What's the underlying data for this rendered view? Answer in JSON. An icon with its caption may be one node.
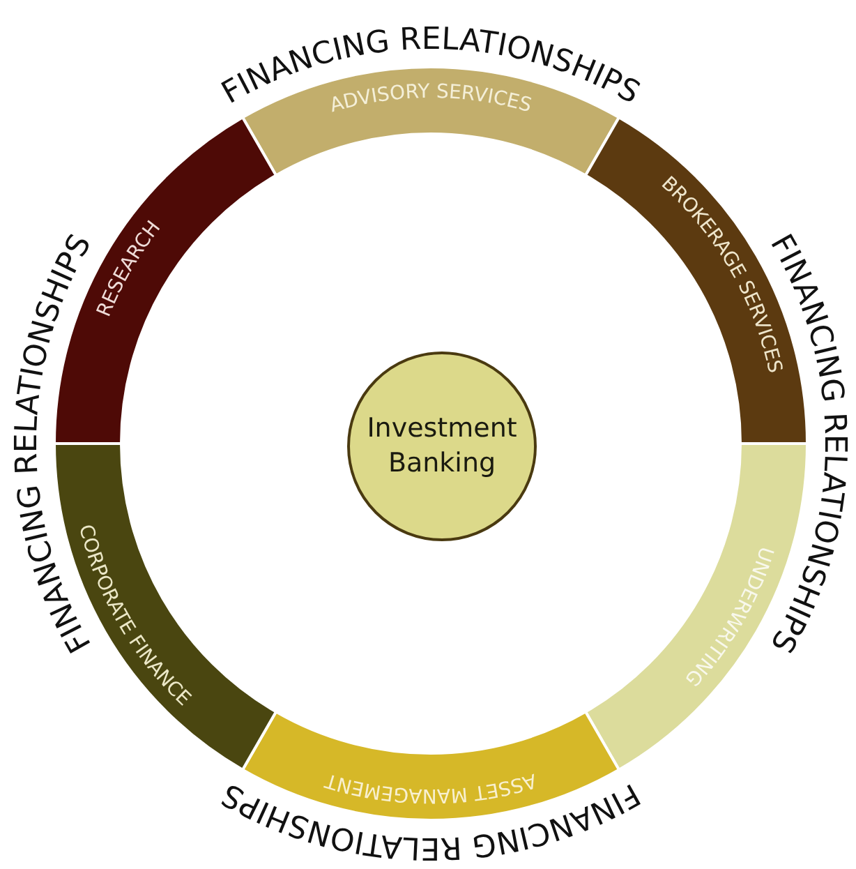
{
  "diagram": {
    "nodes": [
      {
        "text": [
          "Investment Banking"
        ]
      },
      {
        "text": [
          "ADVISORY SERVICES"
        ]
      },
      {
        "text": [
          "BROKERAGE SERVICES"
        ]
      },
      {
        "text": [
          "UNDERWRITING"
        ]
      },
      {
        "text": [
          "ASSET MANAGEMENT"
        ]
      },
      {
        "text": [
          "CORPORATE FINANCE"
        ]
      },
      {
        "text": [
          "RESEARCH"
        ]
      }
    ],
    "labels": [
      "FINANCING RELATIONSHIPS",
      "FINANCING RELATIONSHIPS",
      "FINANCING RELATIONSHIPS",
      "FINANCING RELATIONSHIPS"
    ]
  }
}
